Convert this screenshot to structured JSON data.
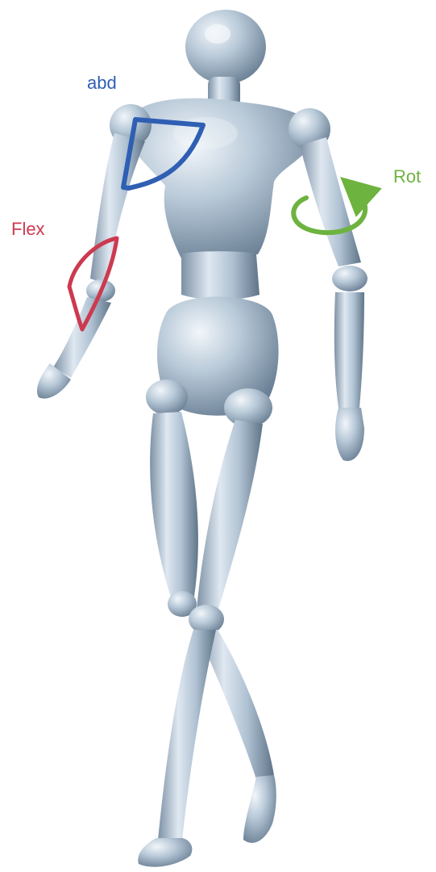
{
  "annotations": {
    "abd": {
      "text": "abd",
      "color": "#2f5fb3",
      "meaning_icon": "shoulder-abduction-arc-icon"
    },
    "flex": {
      "text": "Flex",
      "color": "#cc3a4f",
      "meaning_icon": "elbow-flexion-arc-icon"
    },
    "rot": {
      "text": "Rot",
      "color": "#6db33f",
      "meaning_icon": "rotation-arrow-icon"
    }
  },
  "figure": {
    "description_icon": "mannequin-figure-icon",
    "body_color": "#a9bccd",
    "highlight_color": "#e6eef6",
    "shadow_color": "#5f7488"
  }
}
